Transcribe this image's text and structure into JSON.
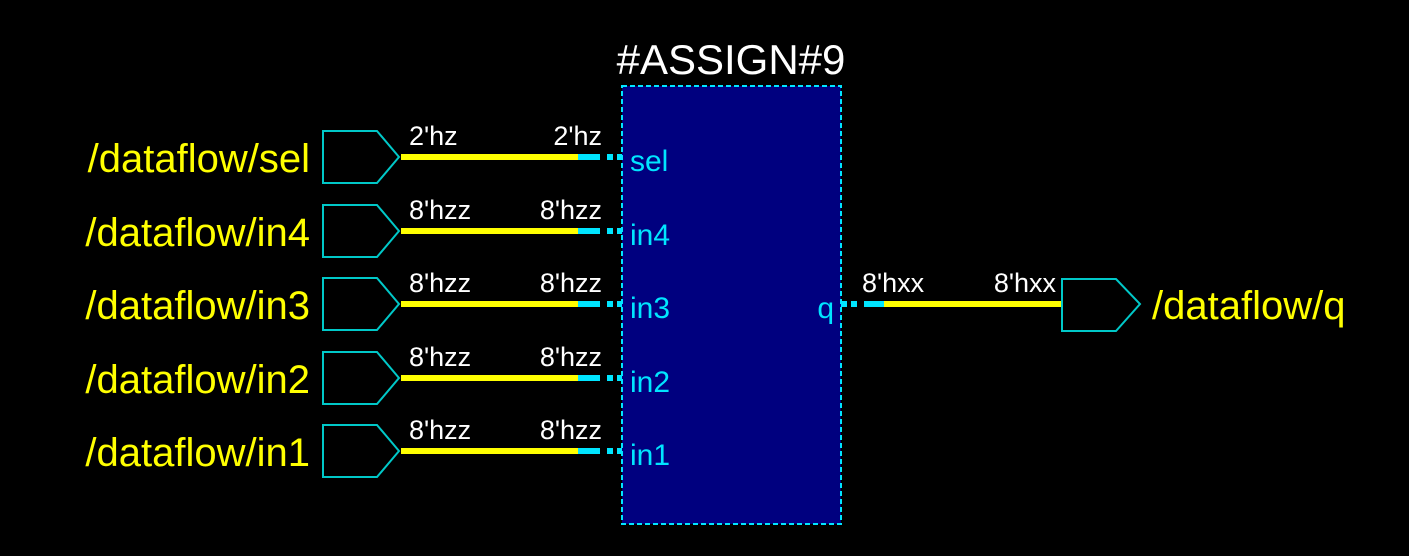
{
  "colors": {
    "background": "#000000",
    "wire": "#ffff00",
    "pin": "#00e5ff",
    "block_fill": "#00007f",
    "block_border": "#00e5ff",
    "port_label": "#ffff00",
    "net_value": "#ffffff",
    "title": "#ffffff"
  },
  "block": {
    "title": "#ASSIGN#9",
    "output_pin": "q"
  },
  "inputs": [
    {
      "port": "/dataflow/sel",
      "pin": "sel",
      "value_src": "2'hz",
      "value_dst": "2'hz"
    },
    {
      "port": "/dataflow/in4",
      "pin": "in4",
      "value_src": "8'hzz",
      "value_dst": "8'hzz"
    },
    {
      "port": "/dataflow/in3",
      "pin": "in3",
      "value_src": "8'hzz",
      "value_dst": "8'hzz"
    },
    {
      "port": "/dataflow/in2",
      "pin": "in2",
      "value_src": "8'hzz",
      "value_dst": "8'hzz"
    },
    {
      "port": "/dataflow/in1",
      "pin": "in1",
      "value_src": "8'hzz",
      "value_dst": "8'hzz"
    }
  ],
  "output": {
    "port": "/dataflow/q",
    "value_src": "8'hxx",
    "value_dst": "8'hxx"
  }
}
